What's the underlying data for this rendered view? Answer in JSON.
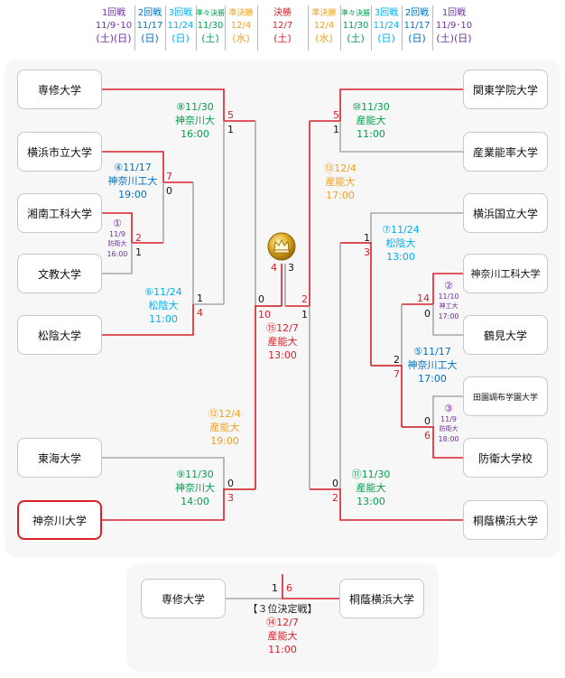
{
  "colors": {
    "round1": "#7030a0",
    "round2": "#0070c0",
    "round3": "#00b0f0",
    "qf": "#00a050",
    "sf": "#f0a020",
    "final": "#d9202a",
    "line_win": "#d9202a",
    "line_lose": "#a8a8a8"
  },
  "header": {
    "rounds": [
      {
        "name": "1回戦",
        "date": "11/9･10",
        "day": "(土)(日)",
        "color": "#7030a0"
      },
      {
        "name": "2回戦",
        "date": "11/17",
        "day": "(日)",
        "color": "#0070c0"
      },
      {
        "name": "3回戦",
        "date": "11/24",
        "day": "(日)",
        "color": "#00b0f0"
      },
      {
        "name": "準々決勝",
        "date": "11/30",
        "day": "(土)",
        "color": "#00a050"
      },
      {
        "name": "準決勝",
        "date": "12/4",
        "day": "(水)",
        "color": "#f0a020"
      },
      {
        "name": "決勝",
        "date": "12/7",
        "day": "(土)",
        "color": "#d9202a"
      },
      {
        "name": "準決勝",
        "date": "12/4",
        "day": "(水)",
        "color": "#f0a020"
      },
      {
        "name": "準々決勝",
        "date": "11/30",
        "day": "(土)",
        "color": "#00a050"
      },
      {
        "name": "3回戦",
        "date": "11/24",
        "day": "(日)",
        "color": "#00b0f0"
      },
      {
        "name": "2回戦",
        "date": "11/17",
        "day": "(日)",
        "color": "#0070c0"
      },
      {
        "name": "1回戦",
        "date": "11/9･10",
        "day": "(土)(日)",
        "color": "#7030a0"
      }
    ]
  },
  "teams": {
    "senshu": "専修大学",
    "yokohama_shiritsu": "横浜市立大学",
    "shonan_koka": "湘南工科大学",
    "bunkyo": "文教大学",
    "shoin": "松陰大学",
    "tokai": "東海大学",
    "kanagawa": "神奈川大学",
    "kanto_gakuin": "関東学院大学",
    "sangyo_nohritsu": "産業能率大学",
    "yokohama_kokuritsu": "横浜国立大学",
    "kanagawa_koka": "神奈川工科大学",
    "tsurumi": "鶴見大学",
    "denen_chofu": "田園調布学園大学",
    "boei": "防衛大学校",
    "toin_yokohama": "桐蔭横浜大学",
    "third_senshu": "専修大学",
    "third_toin": "桐蔭横浜大学"
  },
  "matches": {
    "m1": {
      "num": "①",
      "date": "11/9",
      "venue": "防衛大",
      "time": "16:00"
    },
    "m2": {
      "num": "②",
      "date": "11/10",
      "venue": "神工大",
      "time": "17:00"
    },
    "m3": {
      "num": "③",
      "date": "11/9",
      "venue": "防衛大",
      "time": "18:00"
    },
    "m4": {
      "label": "④11/17",
      "venue": "神奈川工大",
      "time": "19:00"
    },
    "m5": {
      "label": "⑤11/17",
      "venue": "神奈川工大",
      "time": "17:00"
    },
    "m6": {
      "label": "⑥11/24",
      "venue": "松陰大",
      "time": "11:00"
    },
    "m7": {
      "label": "⑦11/24",
      "venue": "松陰大",
      "time": "13:00"
    },
    "m8": {
      "label": "⑧11/30",
      "venue": "神奈川大",
      "time": "16:00"
    },
    "m9": {
      "label": "⑨11/30",
      "venue": "神奈川大",
      "time": "14:00"
    },
    "m10": {
      "label": "⑩11/30",
      "venue": "産能大",
      "time": "11:00"
    },
    "m11": {
      "label": "⑪11/30",
      "venue": "産能大",
      "time": "13:00"
    },
    "m12": {
      "label": "⑫12/4",
      "venue": "産能大",
      "time": "19:00"
    },
    "m13": {
      "label": "⑬12/4",
      "venue": "産能大",
      "time": "17:00"
    },
    "m14": {
      "label": "⑭12/7",
      "venue": "産能大",
      "time": "11:00",
      "title": "【３位決定戦】"
    },
    "m15": {
      "label": "⑮12/7",
      "venue": "産能大",
      "time": "13:00"
    }
  },
  "scores": {
    "m1_shonan": "2",
    "m1_bunkyo": "1",
    "m4_yokohama": "7",
    "m4_shonan": "0",
    "m6_m4": "1",
    "m6_shoin": "4",
    "m8_senshu": "5",
    "m8_shoin": "1",
    "m9_tokai": "0",
    "m9_kanagawa": "3",
    "m12_senshu": "0",
    "m12_kanagawa": "10",
    "m15_left": "4",
    "m15_right": "3",
    "m10_kanto": "5",
    "m10_sanno": "1",
    "m7_kokuritsu": "1",
    "m7_m5": "3",
    "m2_koka": "14",
    "m2_tsurumi": "0",
    "m3_denen": "0",
    "m3_boei": "6",
    "m5_koka": "2",
    "m5_boei": "7",
    "m11_m7": "0",
    "m11_toin": "2",
    "m13_sanno": "2",
    "m13_toin": "1",
    "m14_senshu": "1",
    "m14_toin": "6"
  }
}
